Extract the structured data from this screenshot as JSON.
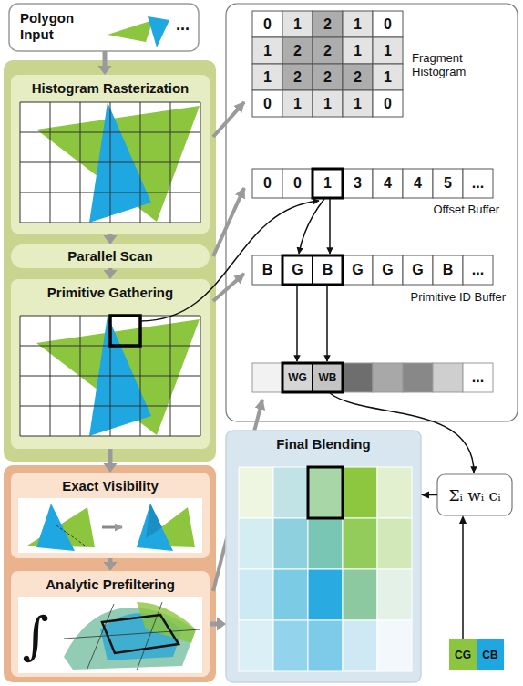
{
  "diagram": {
    "nodes": [
      {
        "text": [
          "Polygon Input",
          "..."
        ]
      },
      {
        "text": [
          "Histogram Rasterization"
        ]
      },
      {
        "text": [
          "Parallel Scan"
        ]
      },
      {
        "text": [
          "Primitive Gathering"
        ]
      },
      {
        "text": [
          "Exact Visibility"
        ]
      },
      {
        "text": [
          "Analytic Prefiltering"
        ]
      },
      {
        "text": [
          "Final Blending"
        ]
      },
      {
        "text": [
          "Σᵢ wᵢ cᵢ"
        ]
      },
      {
        "text": [
          "CG"
        ]
      },
      {
        "text": [
          "CB"
        ]
      }
    ],
    "edges": [
      {
        "from": 0,
        "to": 1,
        "arrow": "to"
      },
      {
        "from": 1,
        "to": 2,
        "arrow": "to"
      },
      {
        "from": 2,
        "to": 3,
        "arrow": "to"
      },
      {
        "from": 3,
        "to": 4,
        "arrow": "to"
      },
      {
        "from": 4,
        "to": 5,
        "arrow": "to"
      },
      {
        "from": 5,
        "to": 6,
        "arrow": "to"
      },
      {
        "from": 7,
        "to": 6,
        "arrow": "to"
      },
      {
        "from": 8,
        "to": 7,
        "arrow": "to"
      }
    ],
    "labels": [
      "0",
      "1",
      "2",
      "1",
      "0",
      "1",
      "2",
      "2",
      "1",
      "1",
      "1",
      "2",
      "2",
      "2",
      "1",
      "0",
      "1",
      "1",
      "1",
      "0",
      "Fragment Histogram",
      "0",
      "0",
      "1",
      "3",
      "4",
      "4",
      "5",
      "...",
      "Offset Buffer",
      "B",
      "G",
      "B",
      "G",
      "G",
      "G",
      "B",
      "...",
      "Primitive ID Buffer",
      "WG",
      "WB",
      "...",
      "∫"
    ]
  }
}
